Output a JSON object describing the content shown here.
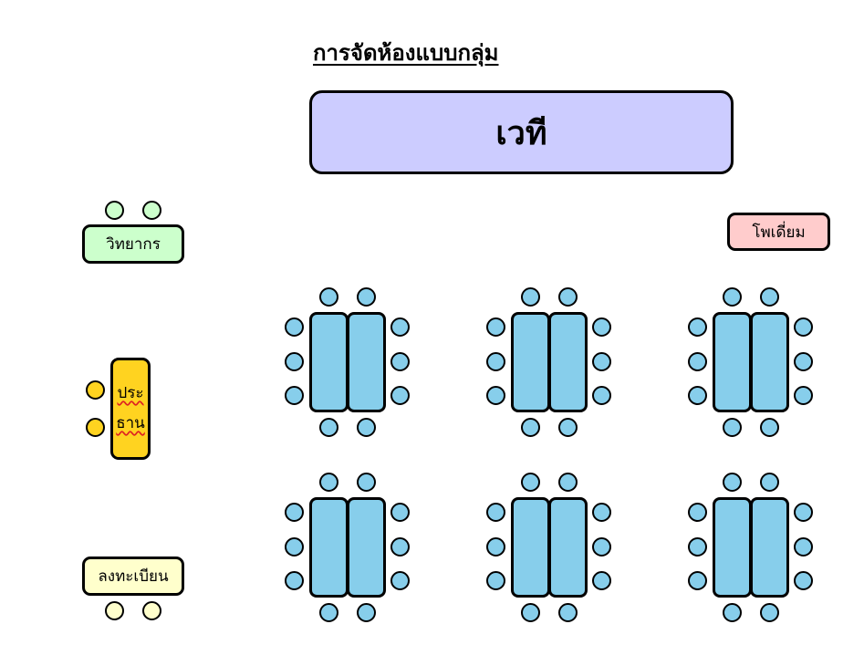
{
  "title": "การจัดห้องแบบกลุ่ม",
  "stage": {
    "label": "เวที"
  },
  "speaker": {
    "label": "วิทยากร"
  },
  "podium": {
    "label": "โพเดี่ยม"
  },
  "chair": {
    "label_line1": "ประ",
    "label_line2": "ธาน"
  },
  "registration": {
    "label": "ลงทะเบียน"
  },
  "colors": {
    "stage": "#ccccff",
    "speaker": "#ccffcc",
    "podium": "#ffcccc",
    "chair": "#ffd320",
    "registration": "#ffffcc",
    "table": "#87ceeb"
  },
  "group_tables": {
    "rows": 2,
    "columns": 3,
    "seats_per_table": 10
  }
}
